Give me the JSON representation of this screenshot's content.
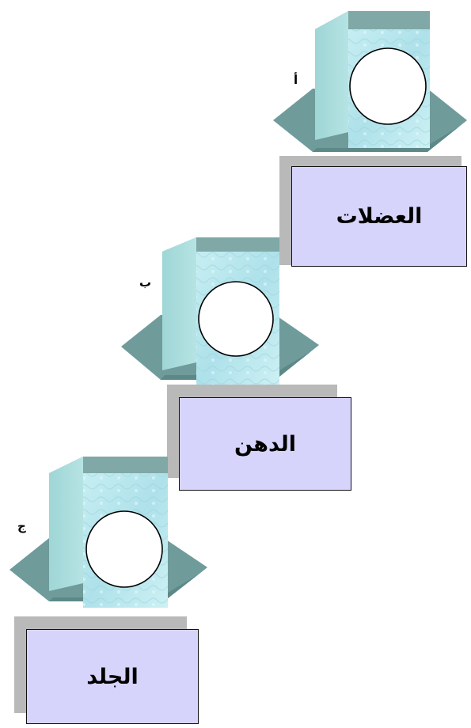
{
  "steps": [
    {
      "letter": "أ",
      "label": "العضلات"
    },
    {
      "letter": "ب",
      "label": "الدهن"
    },
    {
      "letter": "ج",
      "label": "الجلد"
    }
  ],
  "colors": {
    "base": "#6f9b9b",
    "base_dark": "#5d8888",
    "box_top": "#7fa8a6",
    "box_left": "#a8dede",
    "box_front": "#bfeaf0",
    "label_fill": "#d7d4fb",
    "label_shadow": "#b9b9b9"
  }
}
